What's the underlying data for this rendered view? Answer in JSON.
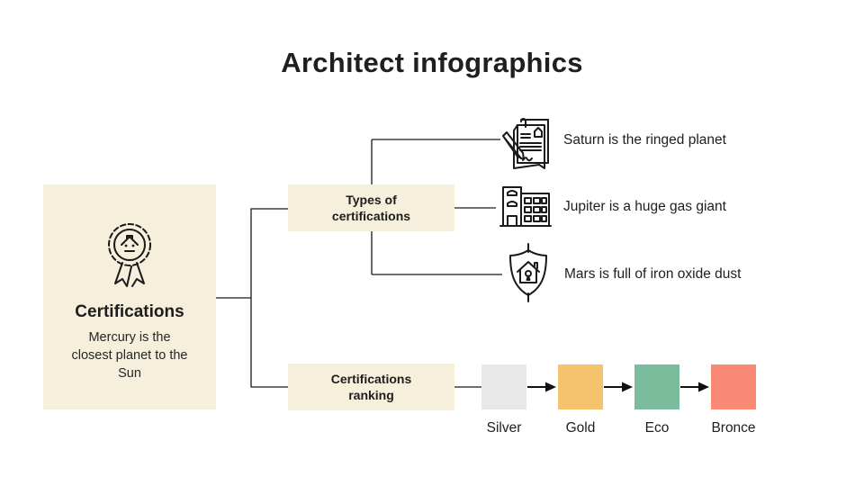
{
  "slide": {
    "title": "Architect infographics"
  },
  "colors": {
    "background": "#ffffff",
    "box_fill": "#f6efdc",
    "line": "#1a1a1a",
    "text": "#212121"
  },
  "root": {
    "icon": "medal-house-icon",
    "title": "Certifications",
    "description": "Mercury is the closest planet to the Sun"
  },
  "types_branch": {
    "label": "Types of certifications",
    "items": [
      {
        "icon": "signed-contract-icon",
        "text": "Saturn is the ringed planet"
      },
      {
        "icon": "buildings-icon",
        "text": "Jupiter is a huge gas giant"
      },
      {
        "icon": "shield-house-icon",
        "text": "Mars is full of iron oxide dust"
      }
    ]
  },
  "ranking_branch": {
    "label": "Certifications ranking",
    "steps": [
      {
        "label": "Silver",
        "color": "#e8e8e8"
      },
      {
        "label": "Gold",
        "color": "#f5c36e"
      },
      {
        "label": "Eco",
        "color": "#7bbc9c"
      },
      {
        "label": "Bronce",
        "color": "#fa8a75"
      }
    ]
  }
}
